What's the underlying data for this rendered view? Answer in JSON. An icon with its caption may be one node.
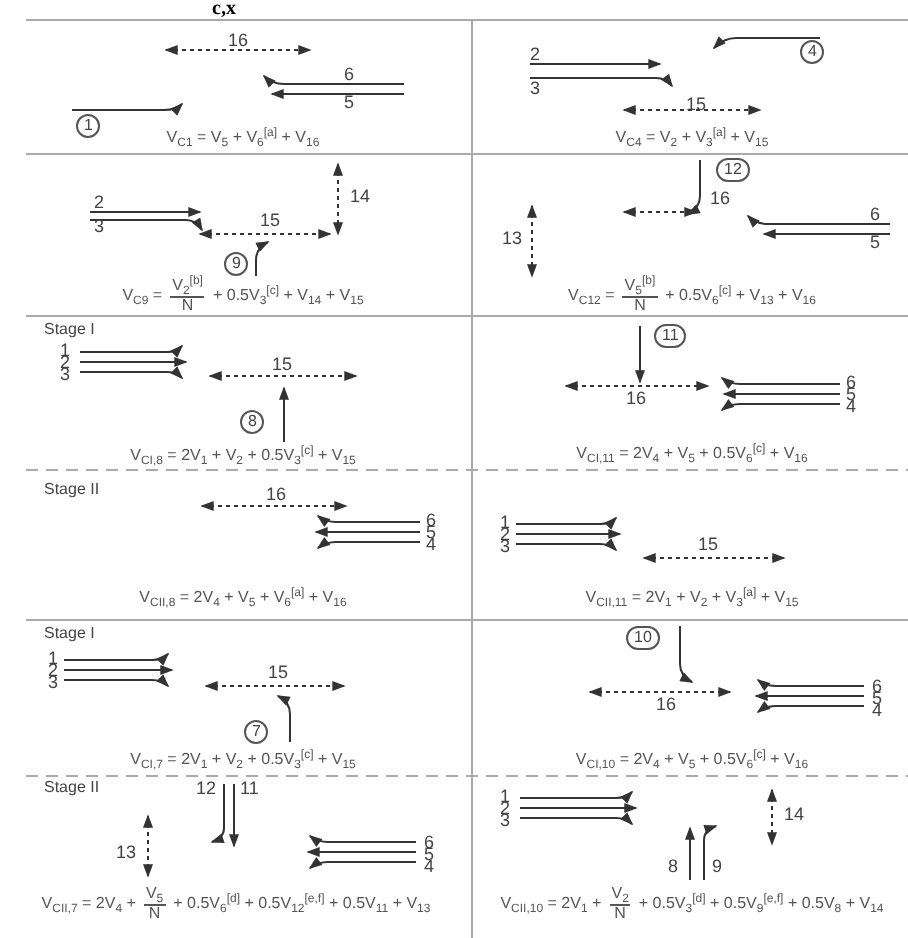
{
  "diagram": {
    "title": "c,x",
    "labels": [
      "16",
      "6",
      "5",
      "1",
      "V$_{C1}$ = V$_{5}$ + V$_{6}$$^{[a]}$ + V$_{16}$",
      "2",
      "3",
      "4",
      "15",
      "V$_{C4}$ = V$_{2}$ + V$_{3}$$^{[a]}$ + V$_{15}$",
      "2",
      "3",
      "14",
      "15",
      "9",
      "V$_{C9}$ =",
      "V$_{2}$$^{[b]}$",
      "N",
      "+ 0.5V$_{3}$$^{[c]}$ + V$_{14}$ + V$_{15}$",
      "12",
      "16",
      "6",
      "13",
      "5",
      "V$_{C12}$ =",
      "V$_{5}$$^{[b]}$",
      "N",
      "+ 0.5V$_{6}$$^{[c]}$ + V$_{13}$ + V$_{16}$",
      "Stage I",
      "1",
      "2",
      "3",
      "15",
      "8",
      "V$_{CI,8}$ = 2V$_{1}$ + V$_{2}$ + 0.5V$_{3}$$^{[c]}$ + V$_{15}$",
      "11",
      "16",
      "6",
      "5",
      "4",
      "V$_{CI,11}$ = 2V$_{4}$ + V$_{5}$ + 0.5V$_{6}$$^{[c]}$ + V$_{16}$",
      "Stage II",
      "16",
      "6",
      "5",
      "4",
      "V$_{CII,8}$ = 2V$_{4}$ + V$_{5}$ + V$_{6}$$^{[a]}$ + V$_{16}$",
      "1",
      "2",
      "3",
      "15",
      "V$_{CII,11}$ = 2V$_{1}$ + V$_{2}$ + V$_{3}$$^{[a]}$ + V$_{15}$",
      "Stage I",
      "1",
      "2",
      "3",
      "15",
      "7",
      "V$_{CI,7}$ = 2V$_{1}$ + V$_{2}$ + 0.5V$_{3}$$^{[c]}$ + V$_{15}$",
      "10",
      "16",
      "6",
      "5",
      "4",
      "V$_{CI,10}$ = 2V$_{4}$ + V$_{5}$ + 0.5V$_{6}$$^{[c]}$ + V$_{16}$",
      "Stage II",
      "12",
      "11",
      "13",
      "6",
      "5",
      "4",
      "V$_{CII,7}$ = 2V$_{4}$ +",
      "V$_{5}$",
      "N",
      "+ 0.5V$_{6}$$^{[d]}$ + 0.5V$_{12}$$^{[e,f]}$ + 0.5V$_{11}$ + V$_{13}$",
      "1",
      "2",
      "3",
      "14",
      "8",
      "9",
      "V$_{CII,10}$ = 2V$_{1}$ +",
      "V$_{2}$",
      "N",
      "+ 0.5V$_{3}$$^{[d]}$ + 0.5V$_{9}$$^{[e,f]}$ + 0.5V$_{8}$ + V$_{14}$"
    ]
  }
}
